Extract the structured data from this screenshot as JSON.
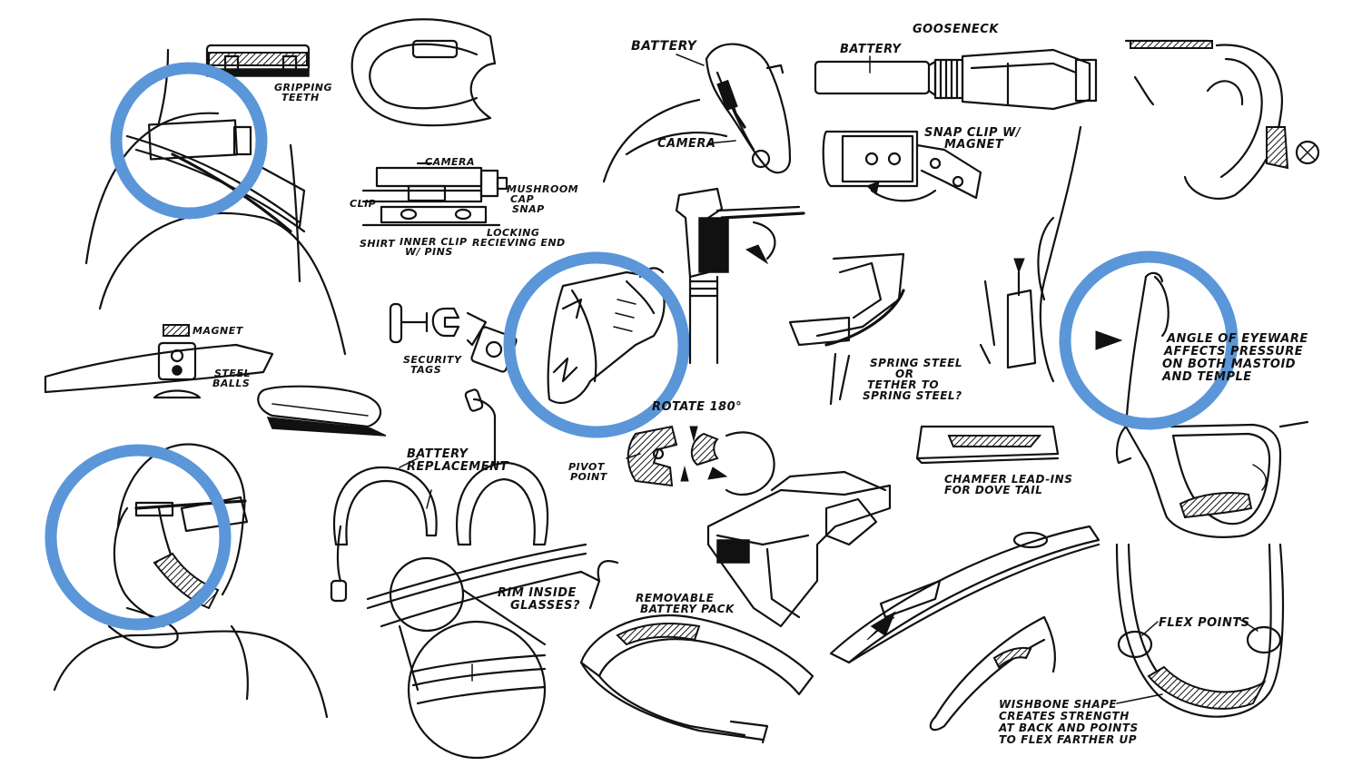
{
  "colors": {
    "ink": "#111111",
    "highlight": "#5a96d8",
    "background": "#ffffff"
  },
  "labels": {
    "gripping_teeth_1": "GRIPPING",
    "gripping_teeth_2": "TEETH",
    "camera_top": "CAMERA",
    "clip": "CLIP",
    "mushroom_1": "MUSHROOM",
    "mushroom_2": "CAP",
    "mushroom_3": "SNAP",
    "shirt": "SHIRT",
    "inner_clip_1": "INNER CLIP",
    "inner_clip_2": "W/ PINS",
    "locking_1": "LOCKING",
    "locking_2": "RECIEVING END",
    "magnet": "MAGNET",
    "steel_1": "STEEL",
    "steel_2": "BALLS",
    "security_1": "SECURITY",
    "security_2": "TAGS",
    "battery_shoulder": "BATTERY",
    "camera_shoulder": "CAMERA",
    "battery_gooseneck": "BATTERY",
    "gooseneck": "GOOSENECK",
    "snap_clip_1": "SNAP CLIP W/",
    "snap_clip_2": "MAGNET",
    "spring_1": "SPRING STEEL",
    "spring_2": "OR",
    "spring_3": "TETHER TO",
    "spring_4": "SPRING STEEL?",
    "rotate": "ROTATE 180°",
    "pivot_1": "PIVOT",
    "pivot_2": "POINT",
    "battery_repl_1": "BATTERY",
    "battery_repl_2": "REPLACEMENT",
    "rim_1": "RIM INSIDE",
    "rim_2": "GLASSES?",
    "removable_1": "REMOVABLE",
    "removable_2": "BATTERY PACK",
    "chamfer_1": "CHAMFER LEAD-INS",
    "chamfer_2": "FOR DOVE TAIL",
    "angle_1": "ANGLE OF EYEWARE",
    "angle_2": "AFFECTS PRESSURE",
    "angle_3": "ON BOTH MASTOID",
    "angle_4": "AND TEMPLE",
    "flex": "FLEX POINTS",
    "wishbone_1": "WISHBONE SHAPE",
    "wishbone_2": "CREATES STRENGTH",
    "wishbone_3": "AT BACK AND POINTS",
    "wishbone_4": "TO FLEX FARTHER UP"
  }
}
